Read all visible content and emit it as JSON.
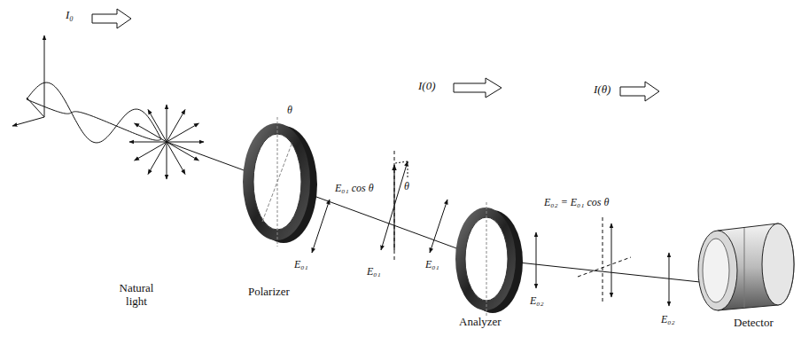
{
  "diagram": {
    "labels": [
      "I₀",
      "Natural light",
      "θ",
      "E₀₁",
      "I(0)",
      "E₀₁ cos θ",
      "θ",
      "E₀₁",
      "E₀₁",
      "Polarizer",
      "I(θ)",
      "Analyzer",
      "E₀₂",
      "E₀₂ = E₀₁ cos θ",
      "E₀₂",
      "Detector"
    ]
  }
}
